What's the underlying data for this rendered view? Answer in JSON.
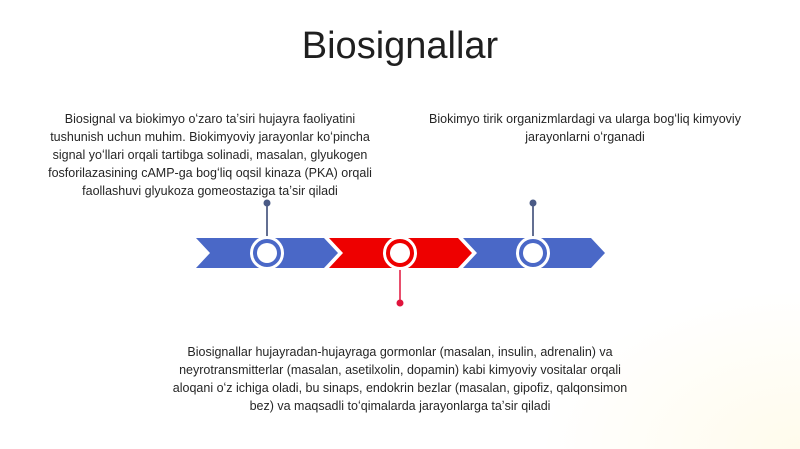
{
  "slide": {
    "title": "Biosignallar",
    "items": [
      {
        "text": "Biosignal va biokimyo oʻzaro taʼsiri hujayra faoliyatini tushunish uchun muhim. Biokimyoviy jarayonlar koʻpincha signal yoʻllari orqali tartibga solinadi, masalan, glyukogen fosforilazasining cAMP-ga bogʻliq oqsil kinaza (PKA) orqali faollashuvi glyukoza gomeostaziga taʼsir qiladi"
      },
      {
        "text": "Biosignallar hujayradan-hujayraga gormonlar (masalan, insulin, adrenalin) va neyrotransmitterlar (masalan, asetilxolin, dopamin) kabi kimyoviy vositalar orqali aloqani oʻz ichiga oladi, bu sinaps, endokrin bezlar (masalan, gipofiz, qalqonsimon bez) va maqsadli toʻqimalarda jarayonlarga taʼsir qiladi"
      },
      {
        "text": "Biokimyo tirik organizmlardagi va ularga bogʻliq kimyoviy jarayonlarni oʻrganadi"
      }
    ]
  },
  "colors": {
    "blue": "#4a68c7",
    "red": "#ee0000",
    "marker_blue_stem": "#2f3f6e",
    "marker_red_stem": "#e0143c"
  }
}
